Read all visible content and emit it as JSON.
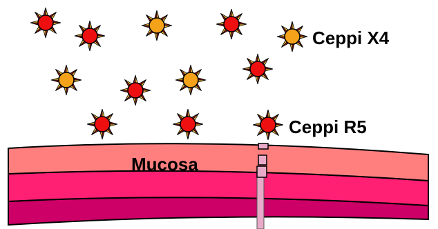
{
  "labels": {
    "mucosa": "Mucosa",
    "strain_x4": "Ceppi X4",
    "strain_r5": "Ceppi R5"
  },
  "colors": {
    "x4_core": "#f5a21b",
    "r5_core": "#ee1010",
    "spike_dark": "#8b1a1a",
    "spike_light": "#f0c040",
    "layer_top": "#ff7f7f",
    "layer_middle": "#ff1f73",
    "layer_bottom": "#cc0066",
    "channel": "#e8aac8"
  },
  "virions": [
    {
      "type": "R5"
    },
    {
      "type": "R5"
    },
    {
      "type": "X4"
    },
    {
      "type": "R5"
    },
    {
      "type": "X4"
    },
    {
      "type": "R5"
    },
    {
      "type": "X4"
    },
    {
      "type": "R5"
    },
    {
      "type": "X4"
    },
    {
      "type": "R5"
    },
    {
      "type": "R5"
    },
    {
      "type": "R5"
    }
  ]
}
